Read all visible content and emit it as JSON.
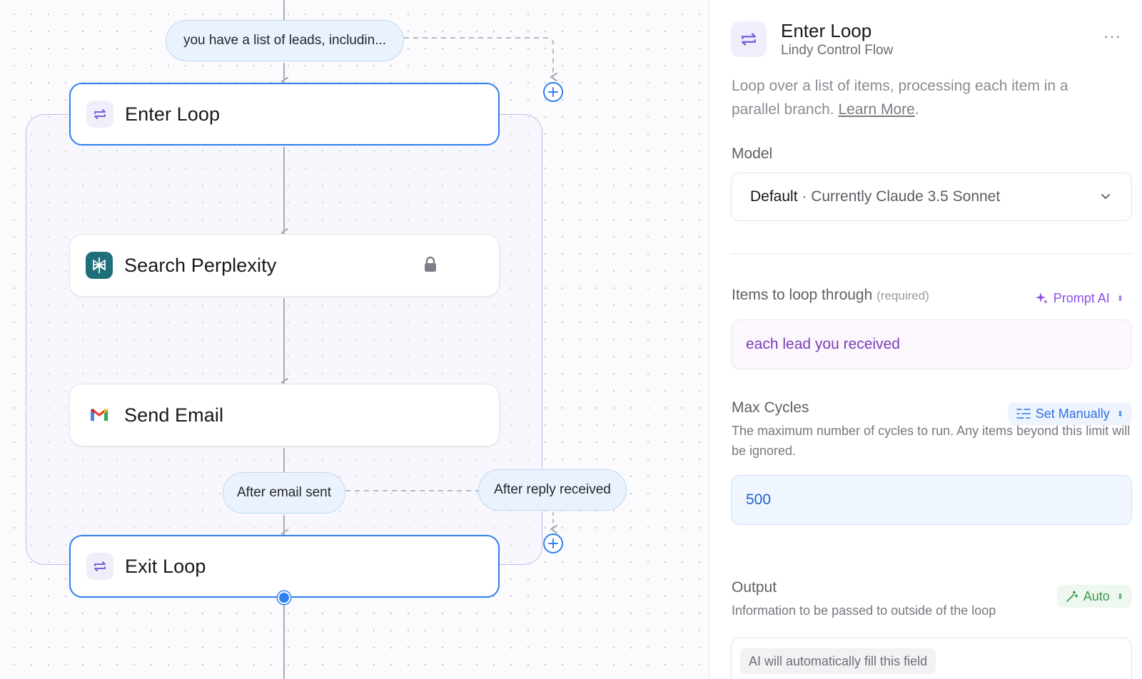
{
  "canvas": {
    "trigger_pill": "you have a list of leads, includin...",
    "nodes": {
      "enter_loop": "Enter Loop",
      "search_perplexity": "Search Perplexity",
      "send_email": "Send Email",
      "exit_loop": "Exit Loop"
    },
    "branches": {
      "after_email_sent": "After email sent",
      "after_reply_received": "After reply received"
    },
    "icons": {
      "loop": "loop-arrows-icon",
      "perplexity": "perplexity-logo-icon",
      "gmail": "gmail-logo-icon",
      "lock": "lock-icon",
      "add": "plus-circle-icon"
    },
    "colors": {
      "accent": "#2f80f0",
      "loop_border": "#c7b8ea",
      "pill_bg": "#eaf3fd"
    }
  },
  "panel": {
    "title": "Enter Loop",
    "subtitle": "Lindy Control Flow",
    "more": "···",
    "description": "Loop over a list of items, processing each item in a parallel branch.",
    "learn_more": "Learn More",
    "description_end": ".",
    "model": {
      "label": "Model",
      "value_strong": "Default",
      "value_rest": " · Currently Claude 3.5 Sonnet"
    },
    "items": {
      "label": "Items to loop through",
      "required": "(required)",
      "mode": "Prompt AI",
      "value": "each lead you received"
    },
    "max_cycles": {
      "label": "Max Cycles",
      "mode": "Set Manually",
      "helper": "The maximum number of cycles to run. Any items beyond this limit will be ignored.",
      "value": "500"
    },
    "output": {
      "label": "Output",
      "mode": "Auto",
      "helper": "Information to be passed to outside of the loop",
      "placeholder": "AI will automatically fill this field"
    },
    "colors": {
      "prompt_ai": "#8a4ee3",
      "set_manually": "#2f6fe0",
      "auto": "#3d9a50"
    }
  }
}
